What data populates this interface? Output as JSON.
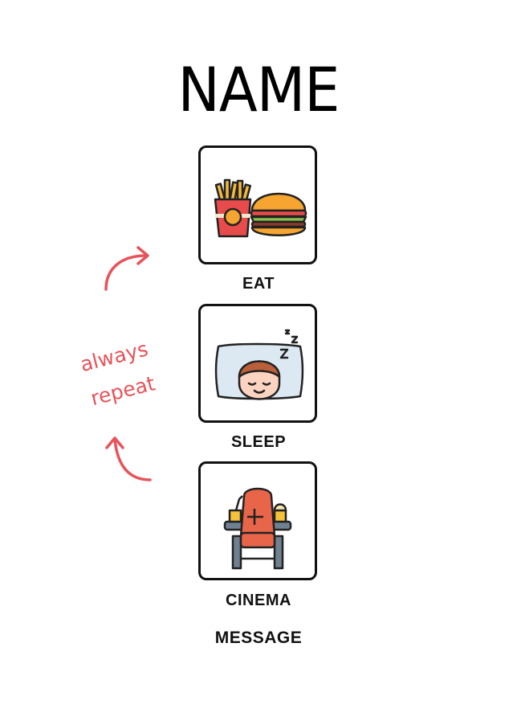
{
  "title": "NAME",
  "cards": [
    {
      "label": "EAT",
      "icon": "fries-burger-icon"
    },
    {
      "label": "SLEEP",
      "icon": "sleeping-boy-icon"
    },
    {
      "label": "CINEMA",
      "icon": "cinema-seat-icon"
    }
  ],
  "message": "MESSAGE",
  "annotation": {
    "line1": "always",
    "line2": "repeat",
    "color": "#e8535a"
  }
}
